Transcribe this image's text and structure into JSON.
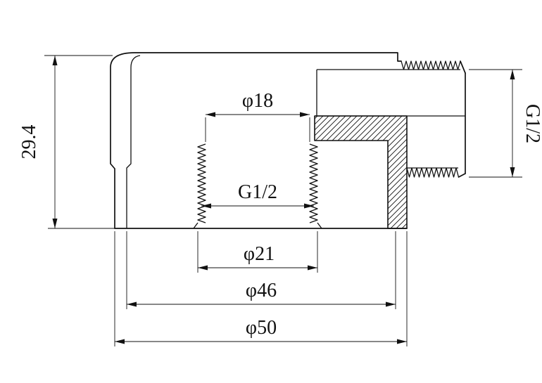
{
  "drawing": {
    "background": "#ffffff",
    "line_color": "#111111",
    "labels": {
      "height": "29.4",
      "bore": "φ18",
      "internal_thread": "G1/2",
      "thread_od": "φ21",
      "body_dia": "φ46",
      "outer_dia": "φ50",
      "side_thread": "G1/2"
    }
  }
}
